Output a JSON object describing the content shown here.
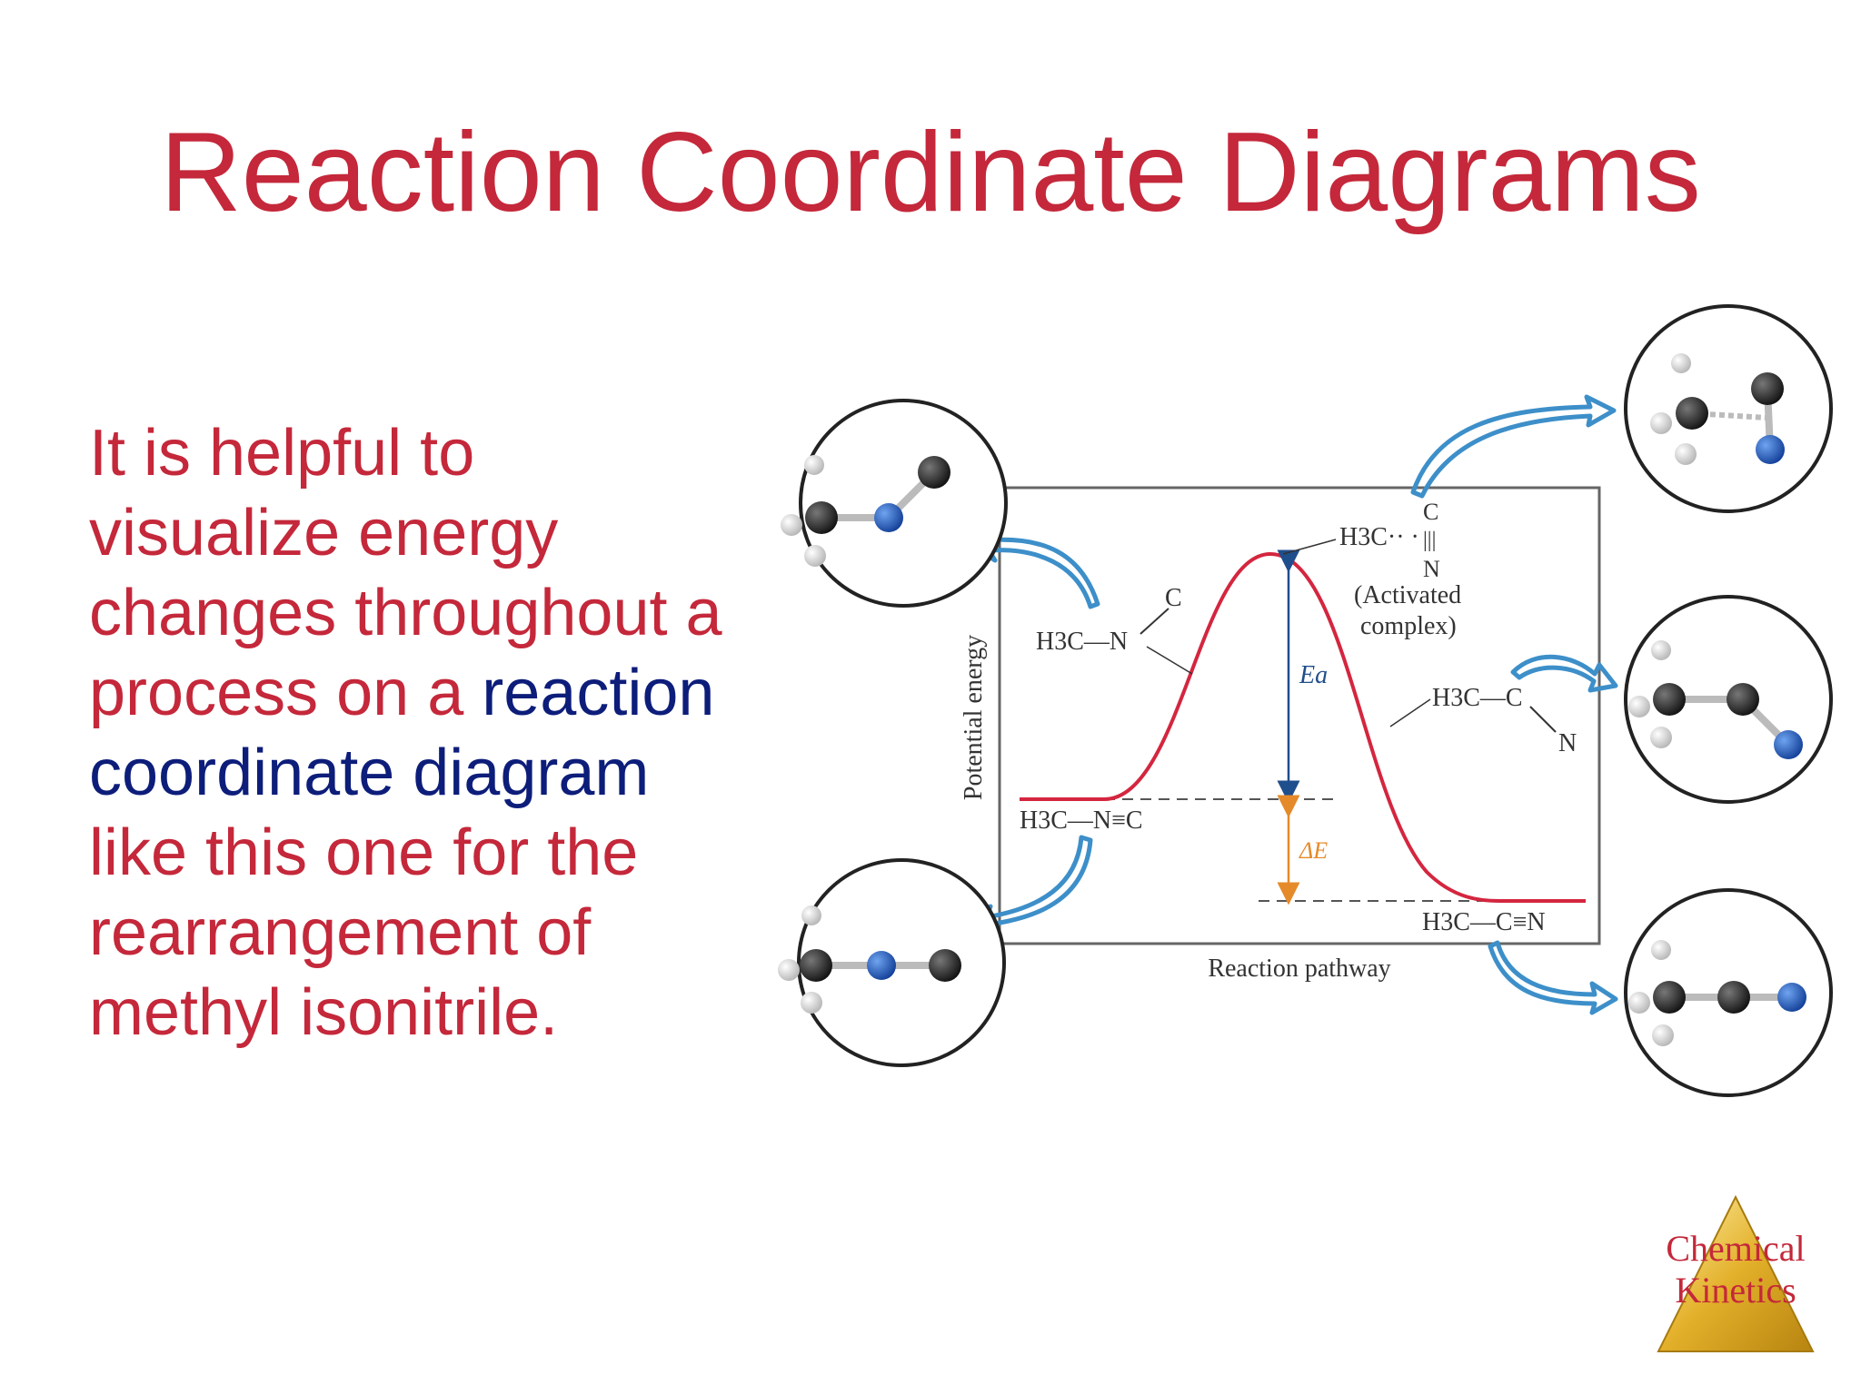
{
  "slide": {
    "title": "Reaction Coordinate Diagrams",
    "body": {
      "part1": "It is helpful to visualize energy changes throughout a process on a",
      "highlight": "reaction coordinate diagram",
      "part2": "like this one for the rearrangement of methyl isonitrile."
    }
  },
  "diagram": {
    "y_axis_label": "Potential energy",
    "x_axis_label": "Reaction pathway",
    "reactant_formula": "H3C—N≡C",
    "product_formula": "H3C—C≡N",
    "bent_reactant": {
      "left": "H3C—N",
      "right": "C"
    },
    "activated_complex": {
      "formula": "H3C·· ·",
      "top": "C",
      "bond": "|||",
      "bottom": "N",
      "label_line1": "(Activated",
      "label_line2": "complex)"
    },
    "bent_product": {
      "left": "H3C—C",
      "right": "N"
    },
    "ea_label": "Ea",
    "delta_e_label": "ΔE",
    "colors": {
      "curve": "#d4263f",
      "ea_arrow": "#1f4e8c",
      "delta_arrow": "#e58a2a",
      "callout_arrow": "#3d8fc9",
      "carbon": "#222222",
      "nitrogen": "#1f5fbf",
      "hydrogen": "#e6e6e6"
    }
  },
  "logo": {
    "line1": "Chemical",
    "line2": "Kinetics",
    "icon": "triangle-logo-icon"
  }
}
